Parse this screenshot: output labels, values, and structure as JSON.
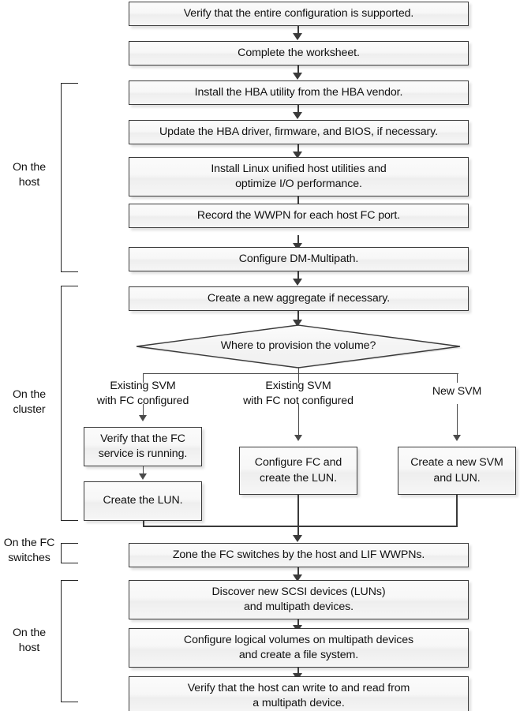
{
  "diagram": {
    "title": "FC configuration workflow",
    "colors": {
      "box_border": "#3a3a3a",
      "box_fill_top": "#fbfbfb",
      "box_fill_bottom": "#f6f6f6",
      "connector": "#3a3a3a",
      "text": "#111111",
      "bracket": "#222222"
    }
  },
  "nodes": {
    "verify_config": "Verify that the entire configuration is supported.",
    "complete_worksheet": "Complete the worksheet.",
    "install_hba_utility": "Install the HBA utility from the HBA vendor.",
    "update_hba_driver": "Update the HBA driver, firmware, and BIOS, if necessary.",
    "install_host_utilities": "Install Linux unified host utilities and\noptimize I/O performance.",
    "record_wwpn": "Record the WWPN for each host FC port.",
    "configure_dm_multipath": "Configure DM-Multipath.",
    "create_aggregate": "Create a new aggregate if necessary.",
    "decision_where_provision": "Where to provision the volume?",
    "verify_fc_service": "Verify that the FC\nservice is running.",
    "create_lun": "Create the LUN.",
    "configure_fc_create_lun": "Configure FC and\ncreate the LUN.",
    "create_svm_lun": "Create a new SVM\nand LUN.",
    "zone_fc_switches": "Zone the FC switches by the host and LIF WWPNs.",
    "discover_scsi_devices": "Discover new SCSI devices (LUNs)\nand multipath devices.",
    "configure_logical_volumes": "Configure logical volumes on multipath devices\nand create a file system.",
    "verify_read_write": "Verify that the host can write to and read from\na multipath device."
  },
  "branch_labels": {
    "existing_svm_fc_configured": "Existing SVM\nwith FC configured",
    "existing_svm_fc_not_configured": "Existing SVM\nwith FC not configured",
    "new_svm": "New SVM"
  },
  "brackets": {
    "on_the_host_top": "On the\nhost",
    "on_the_cluster": "On the\ncluster",
    "on_the_fc_switches": "On the FC\nswitches",
    "on_the_host_bottom": "On the\nhost"
  }
}
